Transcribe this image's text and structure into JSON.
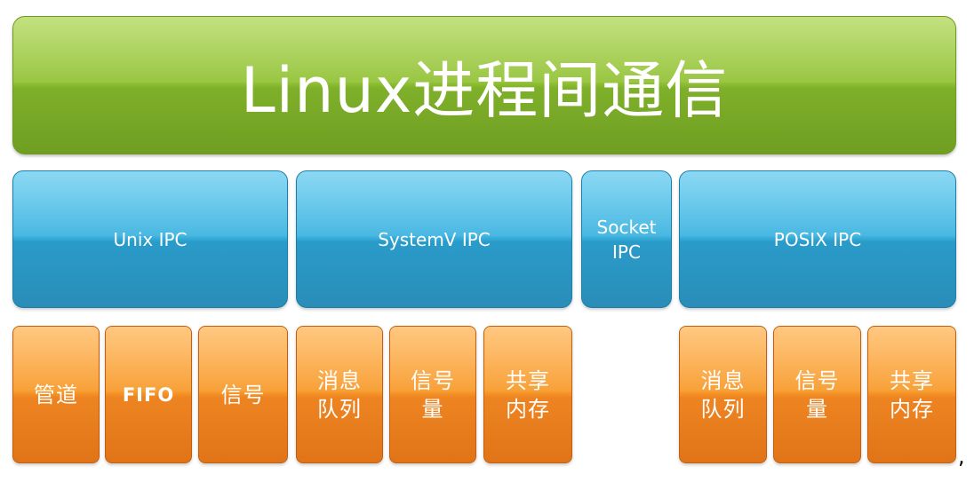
{
  "title": "Linux进程间通信",
  "categories": {
    "unix": "Unix IPC",
    "systemv": "SystemV IPC",
    "socket": "Socket\nIPC",
    "posix": "POSIX IPC"
  },
  "unix_items": [
    "管道",
    "FIFO",
    "信号"
  ],
  "systemv_items": [
    "消息\n队列",
    "信号\n量",
    "共享\n内存"
  ],
  "posix_items": [
    "消息\n队列",
    "信号\n量",
    "共享\n内存"
  ],
  "trailing_mark": ",",
  "colors": {
    "title_green": "#92c236",
    "category_blue": "#3db3e0",
    "leaf_orange": "#f79a2b"
  }
}
